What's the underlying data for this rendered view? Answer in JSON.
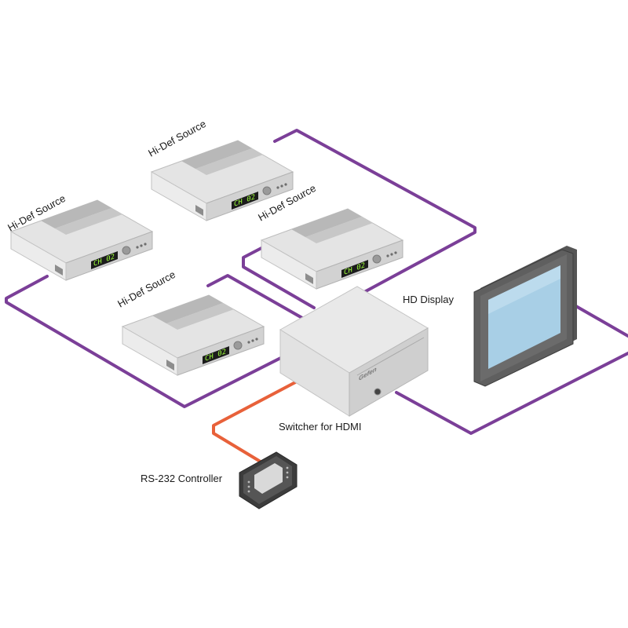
{
  "colors": {
    "hdmi_cable": "#7b3f98",
    "rs232_cable": "#e8613a",
    "device_body": "#dcdcdc",
    "device_band": "#b3b3b3",
    "lcd_background": "#1c1c1c",
    "lcd_text": "#9cff3a",
    "screen": "#a8cfe6",
    "bezel": "#4a4a4a"
  },
  "labels": {
    "source_1": "Hi-Def Source",
    "source_2": "Hi-Def Source",
    "source_3": "Hi-Def Source",
    "source_4": "Hi-Def Source",
    "display": "HD Display",
    "switcher": "Switcher for HDMI",
    "controller": "RS-232 Controller"
  },
  "devices": {
    "source_lcd_text": "CH 02",
    "switcher_brand": "Gefen"
  }
}
